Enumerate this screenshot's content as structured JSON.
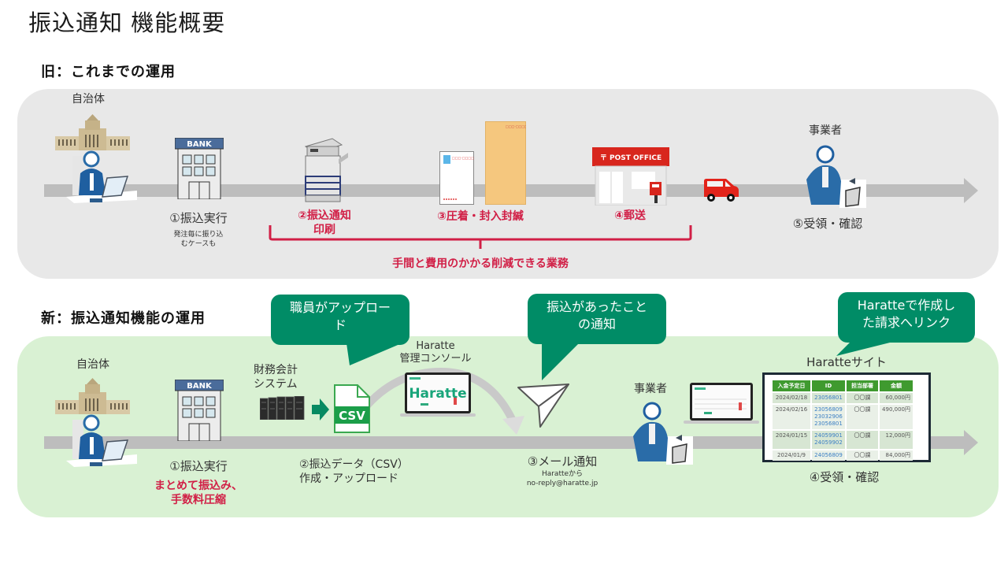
{
  "page": {
    "title": "振込通知 機能概要"
  },
  "old_section": {
    "heading": "旧：これまでの運用",
    "actor_left": "自治体",
    "steps": [
      {
        "label": "①振込実行",
        "note_lines": [
          "発注毎に振り込",
          "むケースも"
        ]
      },
      {
        "label_lines": [
          "②振込通知",
          "印刷"
        ],
        "highlight": true
      },
      {
        "label": "③圧着・封入封緘",
        "highlight": true
      },
      {
        "label": "④郵送",
        "highlight": true
      },
      {
        "label": "⑤受領・確認"
      }
    ],
    "actor_right": "事業者",
    "bracket_caption": "手間と費用のかかる削減できる業務",
    "bank_sign": "BANK",
    "post_office_sign": "〒 POST OFFICE",
    "envelope_stamp": "□□□-□□□□"
  },
  "new_section": {
    "heading": "新：振込通知機能の運用",
    "actor_left": "自治体",
    "bank_sign": "BANK",
    "finance_system_lines": [
      "財務会計",
      "システム"
    ],
    "csv_label": "CSV",
    "console_lines": [
      "Haratte",
      "管理コンソール"
    ],
    "console_logo": "Haratte",
    "actor_right": "事業者",
    "site_label": "Haratteサイト",
    "bubbles": {
      "upload": [
        "職員がアップロー",
        "ド"
      ],
      "notify": [
        "振込があったこと",
        "の通知"
      ],
      "link": [
        "Haratteで作成し",
        "た請求へリンク"
      ]
    },
    "steps": [
      {
        "label": "①振込実行",
        "highlight_lines": [
          "まとめて振込み、",
          "手数料圧縮"
        ]
      },
      {
        "label_lines": [
          "②振込データ（CSV）",
          "作成・アップロード"
        ]
      },
      {
        "label": "③メール通知",
        "note_lines": [
          "Haratteから",
          "no-reply@haratte.jp"
        ]
      },
      {
        "label": "④受領・確認"
      }
    ],
    "table": {
      "headers": [
        "入金予定日",
        "ID",
        "担当部署",
        "金額"
      ],
      "rows": [
        {
          "date": "2024/02/18",
          "ids": [
            "23056801"
          ],
          "dept": "〇〇課",
          "amount": "60,000円"
        },
        {
          "date": "2024/02/16",
          "ids": [
            "23056809",
            "23032906",
            "23056801"
          ],
          "dept": "〇〇課",
          "amount": "490,000円"
        },
        {
          "date": "2024/01/15",
          "ids": [
            "24059901",
            "24059902"
          ],
          "dept": "〇〇課",
          "amount": "12,000円"
        },
        {
          "date": "2024/01/9",
          "ids": [
            "24056809"
          ],
          "dept": "〇〇課",
          "amount": "84,000円"
        }
      ]
    }
  },
  "colors": {
    "accent_red": "#d11f46",
    "bubble_green": "#008c66",
    "table_header_green": "#3f9a2f",
    "old_panel_bg": "#e8e8e8",
    "new_panel_bg": "#d9f1d3",
    "flow_gray": "#bdbdbd"
  }
}
